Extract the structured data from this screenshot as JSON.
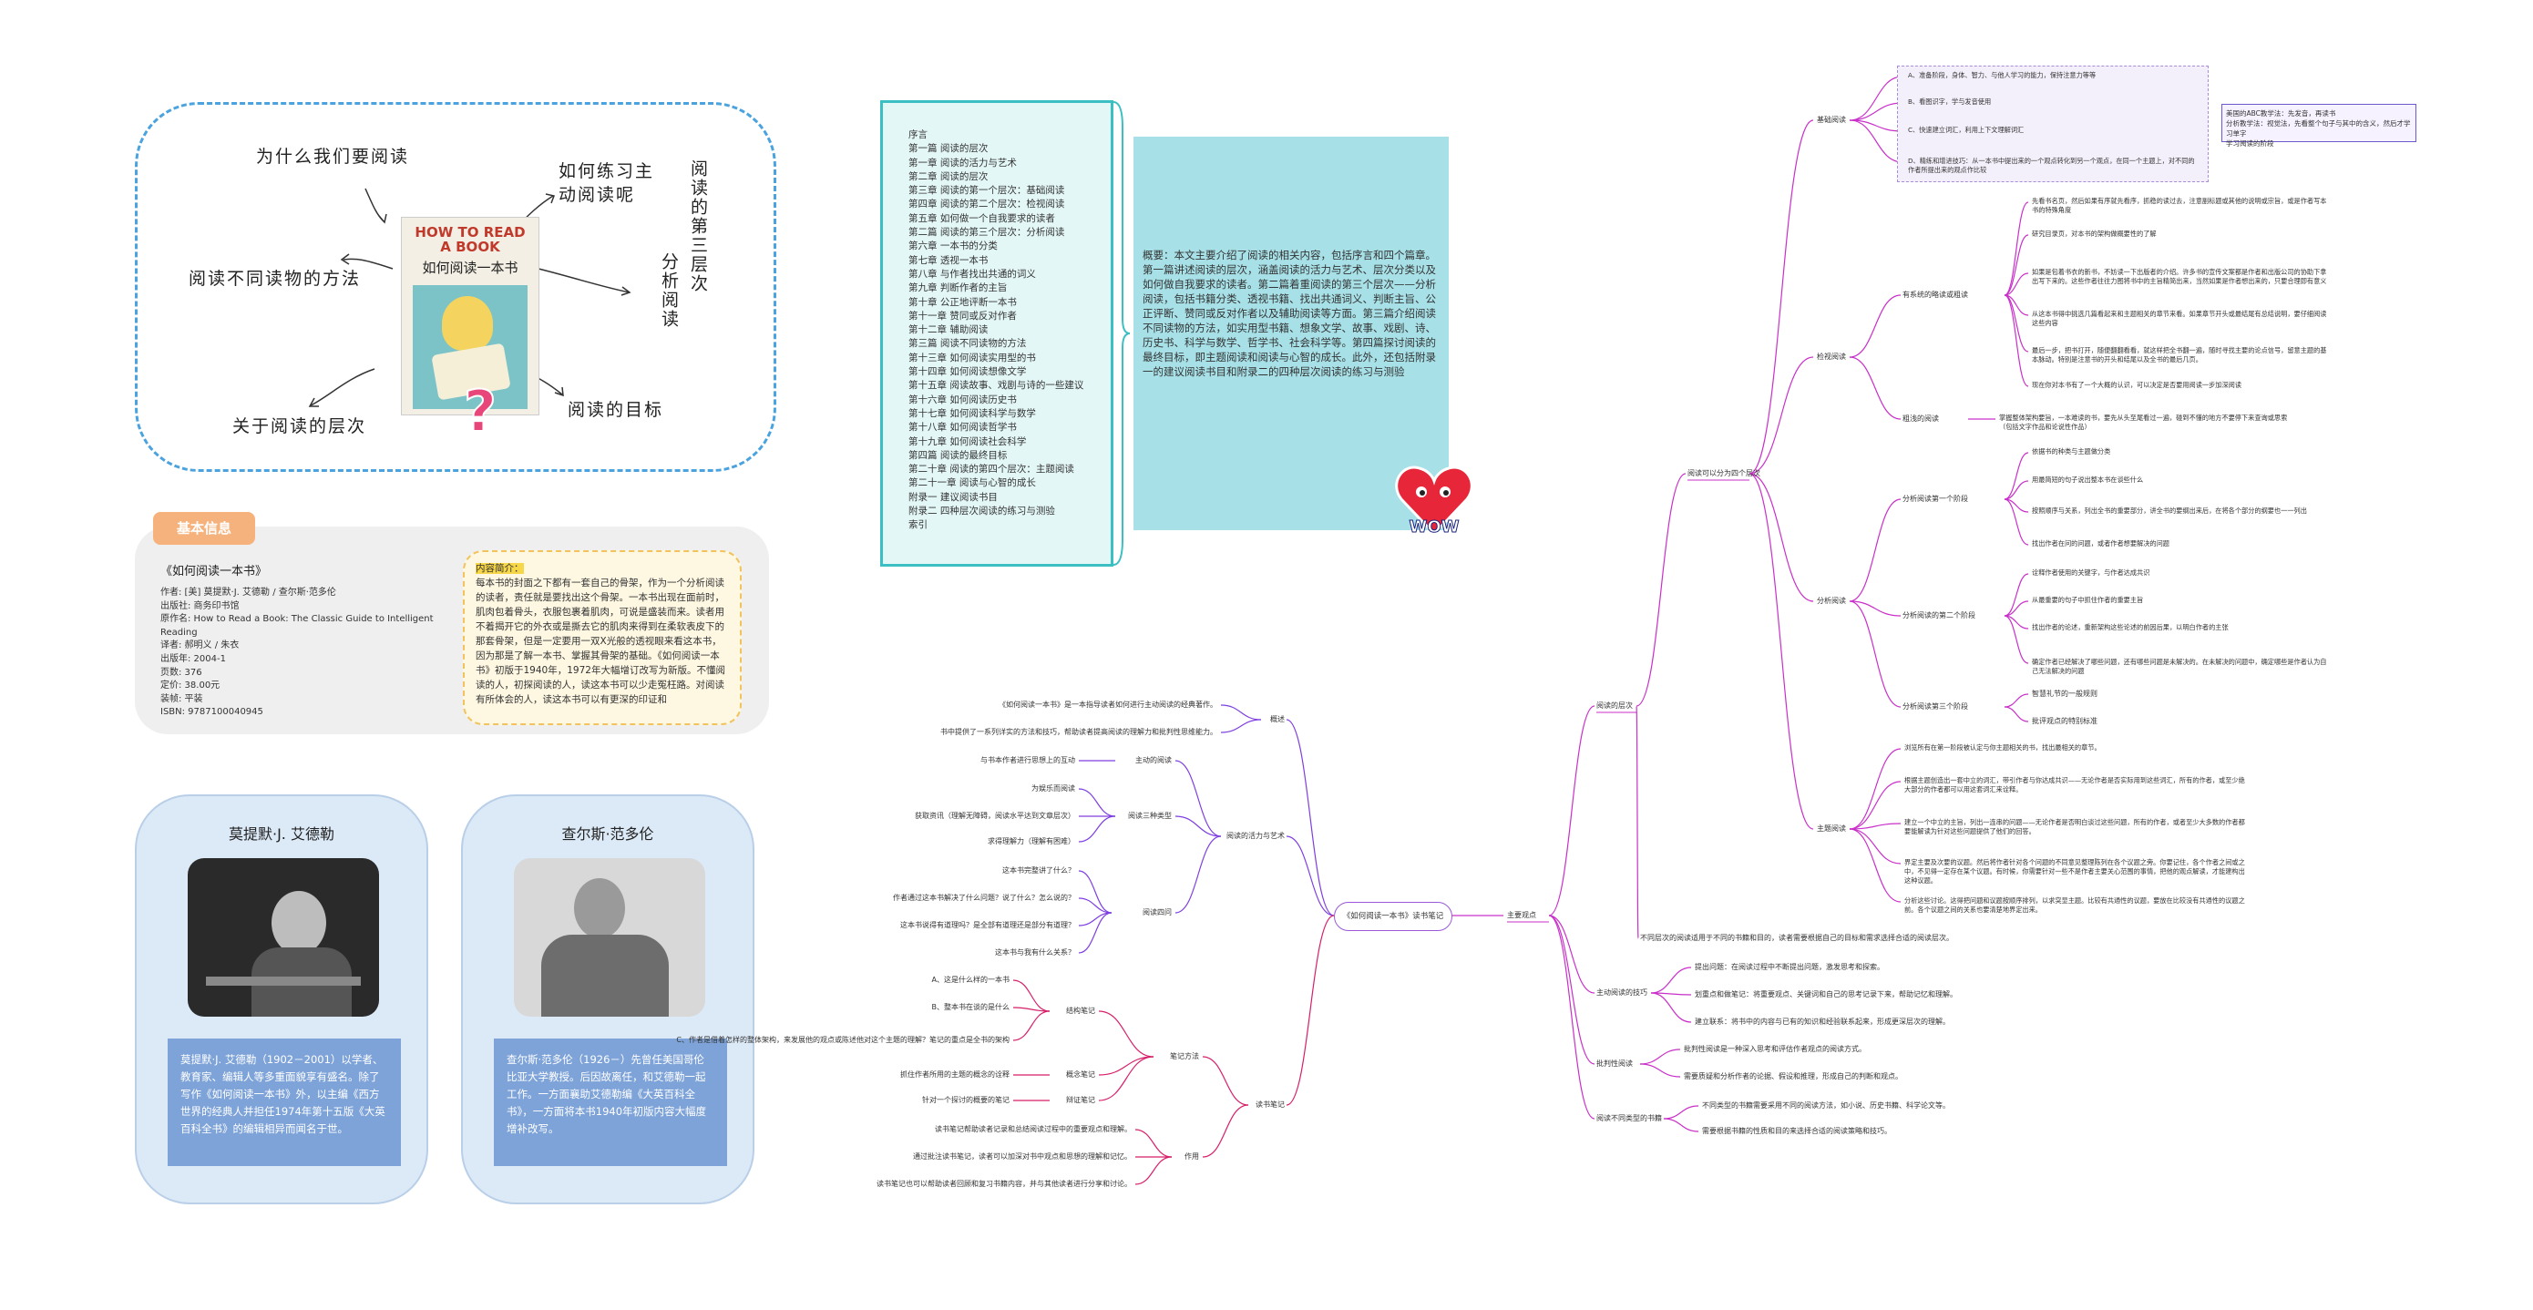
{
  "doodle": {
    "book_title_en_1": "HOW TO READ",
    "book_title_en_2": "A BOOK",
    "book_title_cn": "如何阅读一本书",
    "labels": [
      "为什么我们要阅读",
      "如何练习主动阅读呢",
      "阅读的第三层次",
      "分析阅读",
      "阅读不同读物的方法",
      "关于阅读的层次",
      "阅读的目标"
    ]
  },
  "info": {
    "tag": "基本信息",
    "title": "《如何阅读一本书》",
    "lines": [
      "作者: [美] 莫提默·J. 艾德勒 / 查尔斯·范多伦",
      "出版社: 商务印书馆",
      "原作名: How to Read a Book: The Classic Guide to Intelligent Reading",
      "译者: 郝明义 / 朱衣",
      "出版年: 2004-1",
      "页数: 376",
      "定价: 38.00元",
      "装帧: 平装",
      "ISBN: 9787100040945"
    ],
    "intro_label": "内容简介：",
    "intro_text": "每本书的封面之下都有一套自己的骨架，作为一个分析阅读的读者，责任就是要找出这个骨架。一本书出现在面前时，肌肉包着骨头，衣服包裹着肌肉，可说是盛装而来。读者用不着揭开它的外衣或是撕去它的肌肉来得到在柔软表皮下的那套骨架，但是一定要用一双X光般的透视眼来看这本书，因为那是了解一本书、掌握其骨架的基础。《如何阅读一本书》初版于1940年，1972年大幅增订改写为新版。不懂阅读的人，初探阅读的人，读这本书可以少走冤枉路。对阅读有所体会的人，读这本书可以有更深的印证和"
  },
  "persons": [
    {
      "name": "莫提默·J. 艾德勒",
      "bio": "莫提默·J. 艾德勒（1902－2001）以学者、教育家、编辑人等多重面貌享有盛名。除了写作《如何阅读一本书》外，以主编《西方世界的经典人并担任1974年第十五版《大英百科全书》的编辑相异而闻名于世。"
    },
    {
      "name": "查尔斯·范多伦",
      "bio": "查尔斯·范多伦（1926－）先曾任美国哥伦比亚大学教授。后因故离任，和艾德勒一起工作。一方面襄助艾德勒编《大英百科全书》，一方面将本书1940年初版内容大幅度增补改写。"
    }
  ],
  "toc": {
    "items": [
      "序言",
      "第一篇 阅读的层次",
      "第一章 阅读的活力与艺术",
      "第二章 阅读的层次",
      "第三章 阅读的第一个层次：基础阅读",
      "第四章 阅读的第二个层次：检视阅读",
      "第五章 如何做一个自我要求的读者",
      "第二篇 阅读的第三个层次：分析阅读",
      "第六章 一本书的分类",
      "第七章 透视一本书",
      "第八章 与作者找出共通的词义",
      "第九章 判断作者的主旨",
      "第十章 公正地评断一本书",
      "第十一章 赞同或反对作者",
      "第十二章 辅助阅读",
      "第三篇 阅读不同读物的方法",
      "第十三章 如何阅读实用型的书",
      "第十四章 如何阅读想像文学",
      "第十五章 阅读故事、戏剧与诗的一些建议",
      "第十六章 如何阅读历史书",
      "第十七章 如何阅读科学与数学",
      "第十八章 如何阅读哲学书",
      "第十九章 如何阅读社会科学",
      "第四篇 阅读的最终目标",
      "第二十章 阅读的第四个层次：主题阅读",
      "第二十一章 阅读与心智的成长",
      "附录一 建议阅读书目",
      "附录二 四种层次阅读的练习与测验",
      "索引"
    ]
  },
  "summary": {
    "text": "概要：本文主要介绍了阅读的相关内容，包括序言和四个篇章。第一篇讲述阅读的层次，涵盖阅读的活力与艺术、层次分类以及如何做自我要求的读者。第二篇着重阅读的第三个层次——分析阅读，包括书籍分类、透视书籍、找出共通词义、判断主旨、公正评断、赞同或反对作者以及辅助阅读等方面。第三篇介绍阅读不同读物的方法，如实用型书籍、想象文学、故事、戏剧、诗、历史书、科学与数学、哲学书、社会科学等。第四篇探讨阅读的最终目标，即主题阅读和阅读与心智的成长。此外，还包括附录一的建议阅读书目和附录二的四种层次阅读的练习与测验",
    "sticker": "WOW"
  },
  "mindmap": {
    "root": "《如何阅读一本书》读书笔记",
    "left": {
      "branches": [
        {
          "label": "概述",
          "leaves": [
            "《如何阅读一本书》是一本指导读者如何进行主动阅读的经典著作。",
            "书中提供了一系列详实的方法和技巧，帮助读者提高阅读的理解力和批判性思维能力。"
          ]
        },
        {
          "label": "阅读的活力与艺术",
          "subs": [
            {
              "label": "主动的阅读",
              "leaves": [
                "与书本作者进行思想上的互动"
              ]
            },
            {
              "label": "阅读三种类型",
              "leaves": [
                "为娱乐而阅读",
                "获取资讯（理解无障碍，阅读水平达到文章层次）",
                "求得理解力（理解有困难）"
              ]
            },
            {
              "label": "阅读四问",
              "leaves": [
                "这本书完整讲了什么？",
                "作者通过这本书解决了什么问题？说了什么？怎么说的？",
                "这本书说得有道理吗？是全部有道理还是部分有道理？",
                "这本书与我有什么关系？"
              ]
            }
          ]
        },
        {
          "label": "读书笔记",
          "subs": [
            {
              "label": "笔记方法",
              "subs": [
                {
                  "label": "结构笔记",
                  "leaves": [
                    "A、这是什么样的一本书",
                    "B、整本书在谈的是什么",
                    "C、作者是借着怎样的整体架构，来发展他的观点或陈述他对这个主题的理解？笔记的重点是全书的架构"
                  ]
                },
                {
                  "label": "概念笔记",
                  "leaves": [
                    "抓住作者所用的主题的概念的诠释"
                  ]
                },
                {
                  "label": "辩证笔记",
                  "leaves": [
                    "针对一个探讨的概要的笔记"
                  ]
                }
              ]
            },
            {
              "label": "作用",
              "leaves": [
                "读书笔记帮助读者记录和总结阅读过程中的重要观点和理解。",
                "通过批注读书笔记，读者可以加深对书中观点和思想的理解和记忆。",
                "读书笔记也可以帮助读者回顾和复习书籍内容，并与其他读者进行分享和讨论。"
              ]
            }
          ]
        }
      ]
    },
    "right": {
      "main": "主要观点",
      "branches": [
        {
          "label": "阅读的层次",
          "subs": [
            {
              "label": "阅读可以分为四个层次",
              "subs": [
                {
                  "label": "基础阅读",
                  "leaves": [
                    "A、准备阶段，身体、智力、与他人学习的能力，保持注意力等等",
                    "B、看图识字，学与发音使用",
                    "C、快速建立词汇，利用上下文理解词汇",
                    "D、精练和增进技巧：从一本书中提出来的一个观点转化到另一个观点，在同一个主题上，对不同的作者所提出来的观点作比较"
                  ],
                  "note": "美国的ABC教学法：先发音，再读书\n分析教学法：视觉法，先看整个句子与其中的含义，然后才学习单字\n学习阅读的阶段"
                },
                {
                  "label": "检视阅读",
                  "subs": [
                    {
                      "label": "有系统的略读或粗读",
                      "leaves": [
                        "先看书名页，然后如果有序就先看序，抓稳的读过去，注意副标题或其他的说明或宗旨，或是作者写本书的特殊角度",
                        "研究目录页，对本书的架构做概要性的了解",
                        "如果是包着书衣的新书，不妨读一下出版者的介绍。许多书的宣传文案都是作者和出版公司的协助下拿出写下来的。这些作者往往力图将书中的主旨精简出来，当然如果是作者想出来的，只要合理即有意义",
                        "从这本书得中挑选几篇看起来和主题相关的章节来看。如果章节开头或最结尾有总结说明，要仔细阅读这些内容",
                        "最后一步，把书打开，随便翻翻看看，就这样把全书翻一遍，随时寻找主要的论点信号，留意主题的基本脉动。特别是注意书的开头和结尾以及全书的最后几页。",
                        "现在你对本书有了一个大概的认识，可以决定是否要用阅读一步加深阅读"
                      ]
                    },
                    {
                      "label": "粗浅的阅读",
                      "leaves": [
                        "掌握整体架构要旨，一本难读的书，要先从头至尾看过一遍，碰到不懂的地方不要停下来查询或思索（包括文字作品和论说性作品）"
                      ]
                    }
                  ]
                },
                {
                  "label": "分析阅读",
                  "subs": [
                    {
                      "label": "分析阅读第一个阶段",
                      "leaves": [
                        "依据书的种类与主题做分类",
                        "用最简短的句子说出整本书在谈些什么",
                        "按照顺序与关系，列出全书的重要部分，讲全书的要纲出来后，在将各个部分的纲要也一一列出",
                        "找出作者在问的问题，或者作者想要解决的问题"
                      ]
                    },
                    {
                      "label": "分析阅读的第二个阶段",
                      "leaves": [
                        "诠释作者使用的关键字，与作者达成共识",
                        "从最重要的句子中抓住作者的重要主旨",
                        "找出作者的论述，重新架构这些论述的前因后果，以明白作者的主张",
                        "确定作者已经解决了哪些问题，还有哪些问题是未解决的。在未解决的问题中，确定哪些是作者认为自己无法解决的问题"
                      ]
                    },
                    {
                      "label": "分析阅读第三个阶段",
                      "leaves": [
                        "智慧礼节的一般规则",
                        "批评观点的特别标准"
                      ]
                    }
                  ]
                },
                {
                  "label": "主题阅读",
                  "leaves": [
                    "浏览所有在第一阶段被认定与你主题相关的书，找出最相关的章节。",
                    "根据主题创造出一套中立的词汇，带引作者与你达成共识——无论作者是否实际用到这些词汇，所有的作者，或至少绝大部分的作者都可以用这套词汇来诠释。",
                    "建立一个中立的主旨，列出一连串的问题——无论作者是否明白谈过这些问题，所有的作者，或者至少大多数的作者都要能解读为针对这些问题提供了他们的回答。",
                    "界定主要及次要的议题。然后将作者针对各个问题的不同意见整理陈列在各个议题之旁。你要记住，各个作者之间或之中，不见得一定存在某个议题。有时候，你需要针对一些不是作者主要关心范围的事情，把他的观点解读，才能建构出这种议题。",
                    "分析这些讨论。这得把问题和议题按顺序排列，以求突显主题。比较有共通性的议题，要放在比较没有共通性的议题之前。各个议题之间的关系也要清楚地界定出来。"
                  ]
                }
              ]
            },
            {
              "label": "",
              "leaves": [
                "不同层次的阅读适用于不同的书籍和目的，读者需要根据自己的目标和需求选择合适的阅读层次。"
              ]
            }
          ]
        },
        {
          "label": "主动阅读的技巧",
          "leaves": [
            "提出问题：在阅读过程中不断提出问题，激发思考和探索。",
            "划重点和做笔记：将重要观点、关键词和自己的思考记录下来，帮助记忆和理解。",
            "建立联系：将书中的内容与已有的知识和经验联系起来，形成更深层次的理解。"
          ]
        },
        {
          "label": "批判性阅读",
          "leaves": [
            "批判性阅读是一种深入思考和评估作者观点的阅读方式。",
            "需要质疑和分析作者的论据、假设和推理，形成自己的判断和观点。"
          ]
        },
        {
          "label": "阅读不同类型的书籍",
          "leaves": [
            "不同类型的书籍需要采用不同的阅读方法，如小说、历史书籍、科学论文等。",
            "需要根据书籍的性质和目的来选择合适的阅读策略和技巧。"
          ]
        }
      ]
    },
    "colors": {
      "right": "#c930c9",
      "left_top": "#7f3fe0",
      "left_bottom": "#d61f6a"
    }
  }
}
